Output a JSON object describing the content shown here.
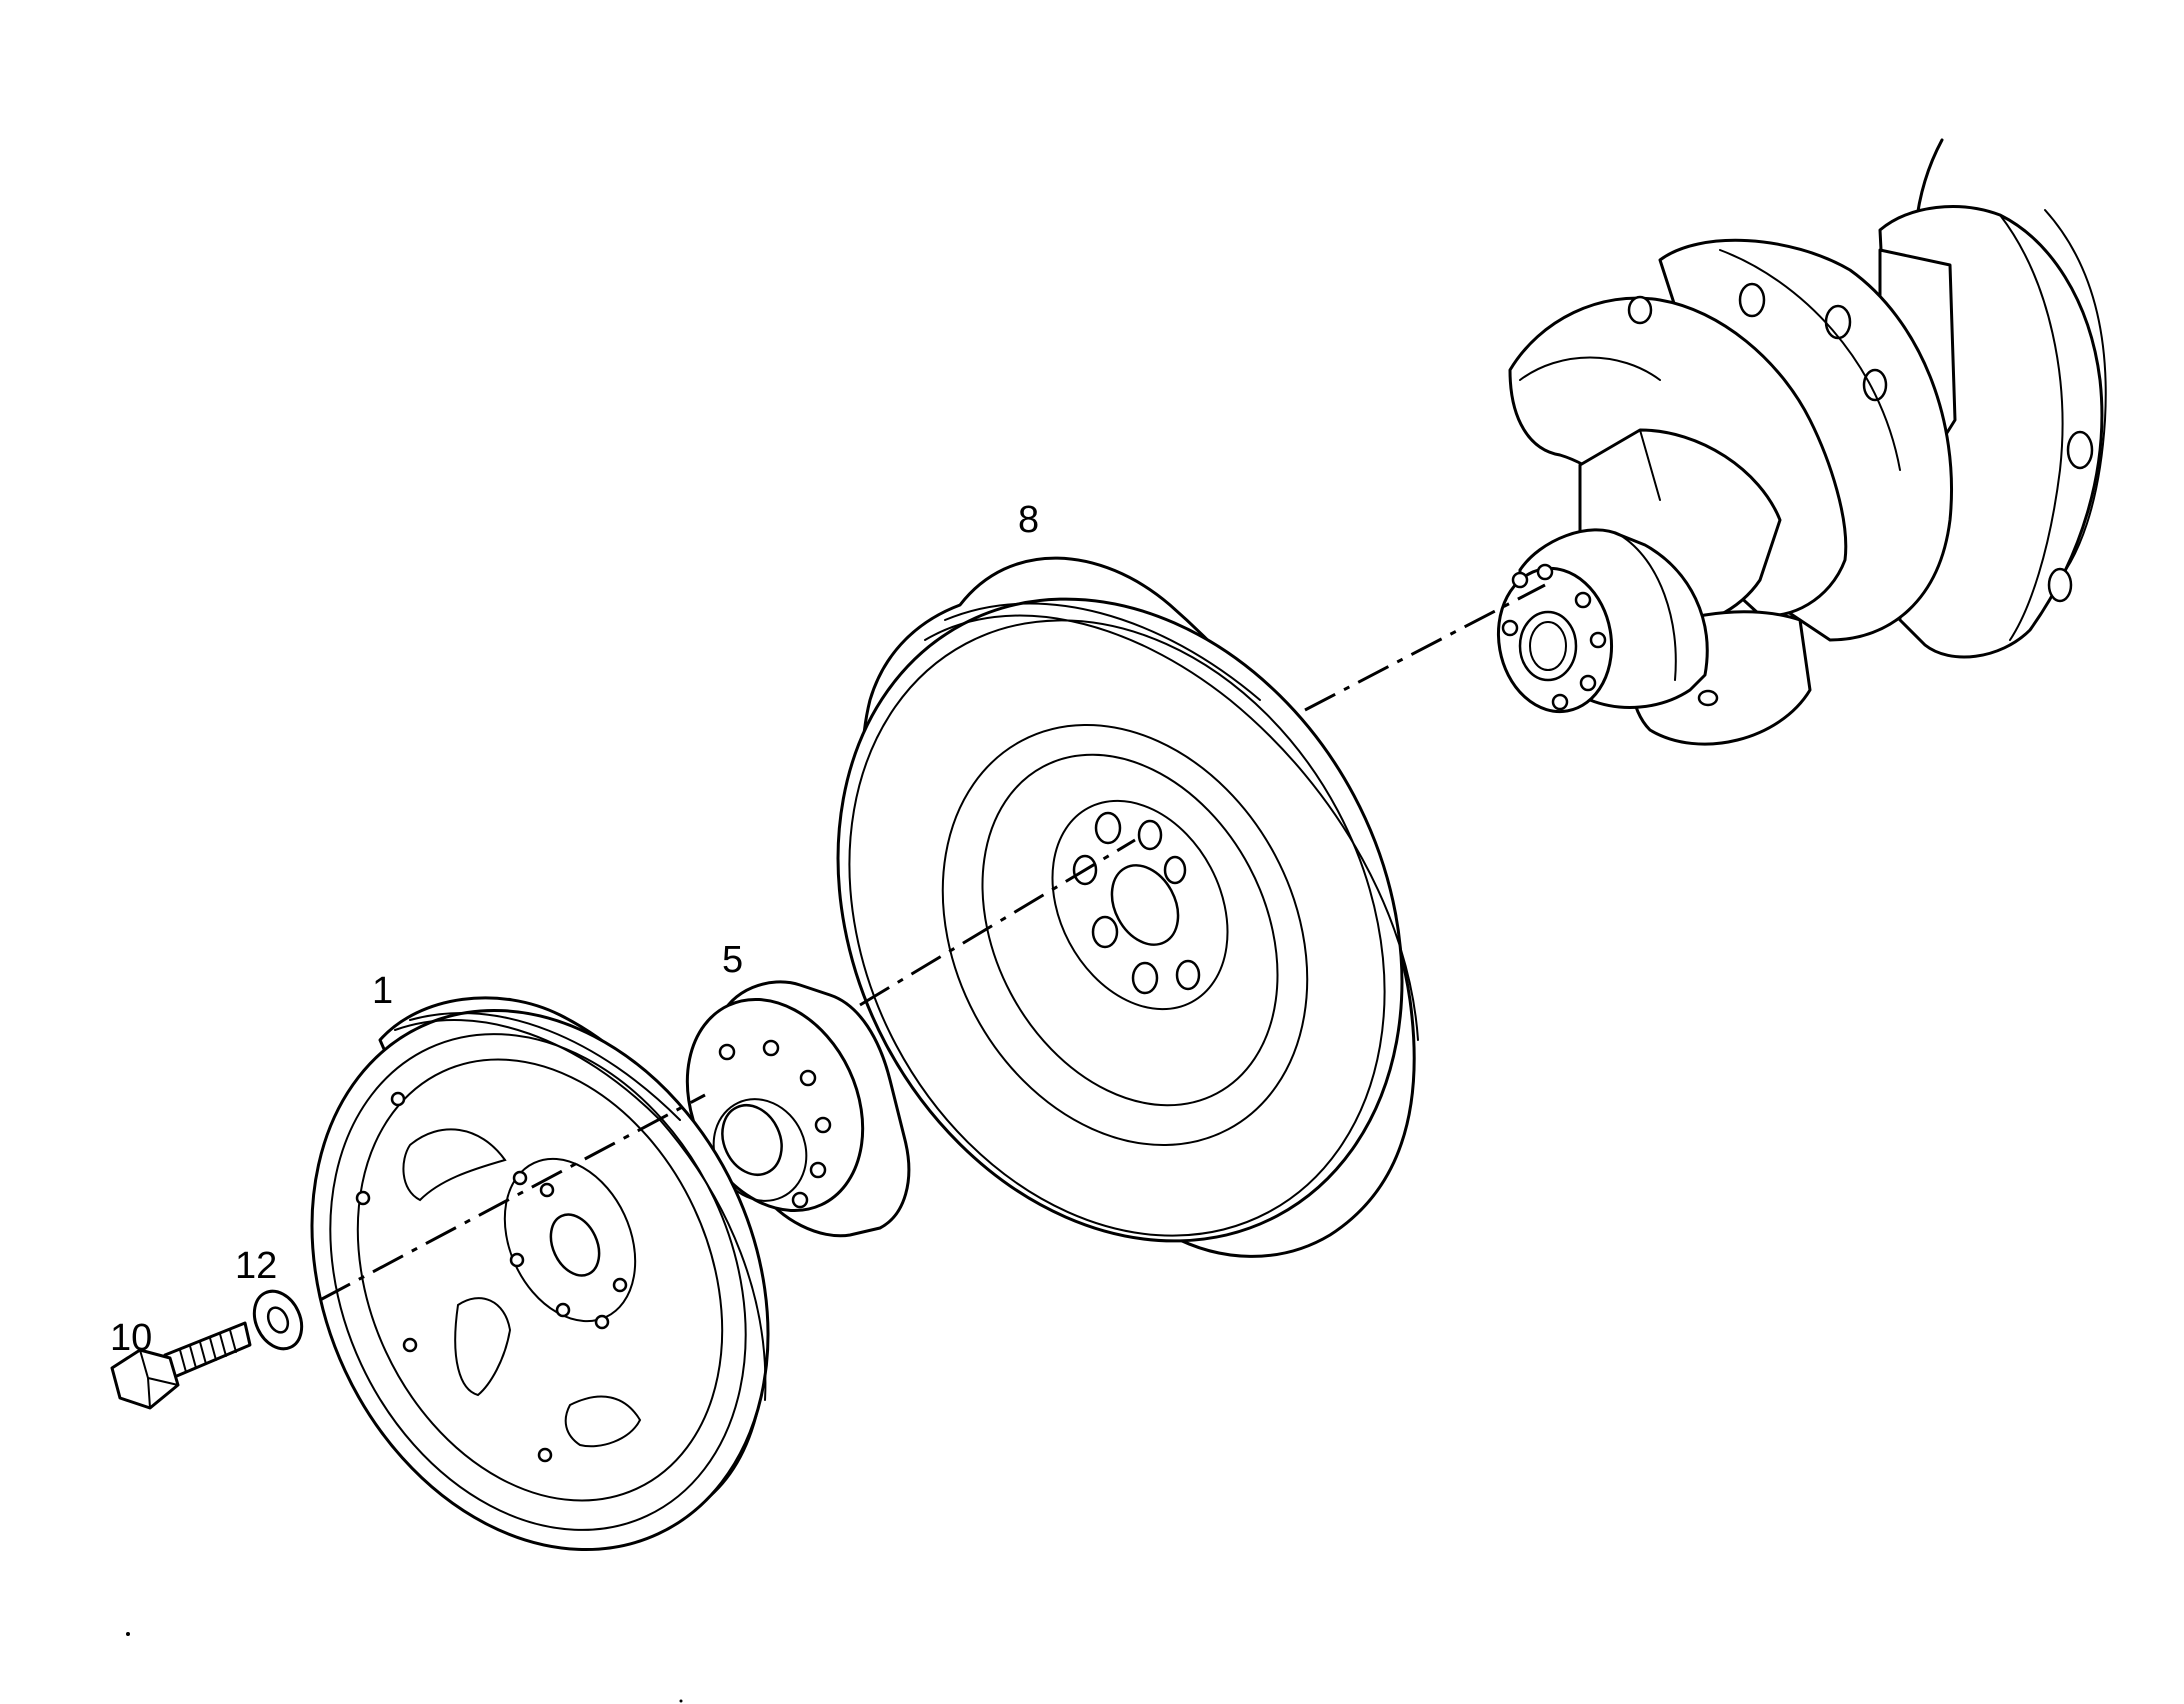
{
  "callouts": {
    "pulley": "1",
    "hub": "5",
    "damper": "8",
    "bolt": "10",
    "washer": "12"
  }
}
